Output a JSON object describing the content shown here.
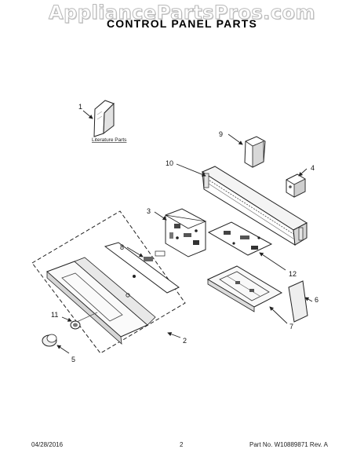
{
  "watermark": "AppliancePartsPros.com",
  "title": "CONTROL PANEL PARTS",
  "literature_label": "Literature Parts",
  "callouts": {
    "n1": "1",
    "n2": "2",
    "n3": "3",
    "n4": "4",
    "n5": "5",
    "n6": "6",
    "n7": "7",
    "n8": "8",
    "n9": "9",
    "n10": "10",
    "n11": "11",
    "n12": "12"
  },
  "footer": {
    "date": "04/28/2016",
    "page": "2",
    "part": "Part No.  W10889871  Rev.  A"
  }
}
